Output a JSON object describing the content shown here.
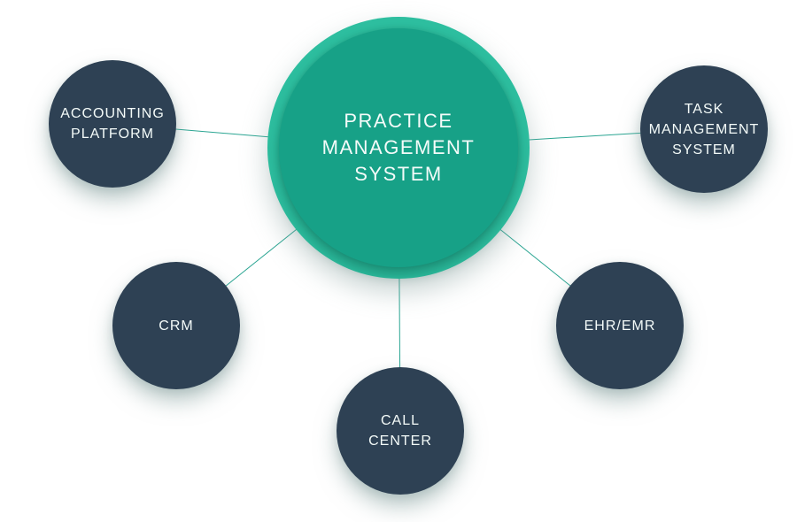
{
  "colors": {
    "background": "#ffffff",
    "hub-ring": "#2dbe9f",
    "hub-fill": "#17a187",
    "node-fill": "#2e4154",
    "connector": "#2aa592",
    "text": "#f4fbf9"
  },
  "hub": {
    "label": "PRACTICE MANAGEMENT SYSTEM",
    "lines": [
      "PRACTICE",
      "MANAGEMENT",
      "SYSTEM"
    ]
  },
  "nodes": {
    "accounting": {
      "label": "ACCOUNTING PLATFORM",
      "lines": [
        "ACCOUNTING",
        "PLATFORM"
      ]
    },
    "task": {
      "label": "TASK MANAGEMENT SYSTEM",
      "lines": [
        "TASK",
        "MANAGEMENT",
        "SYSTEM"
      ]
    },
    "crm": {
      "label": "CRM",
      "lines": [
        "CRM"
      ]
    },
    "ehr": {
      "label": "EHR/EMR",
      "lines": [
        "EHR/EMR"
      ]
    },
    "call": {
      "label": "CALL CENTER",
      "lines": [
        "CALL",
        "CENTER"
      ]
    }
  }
}
